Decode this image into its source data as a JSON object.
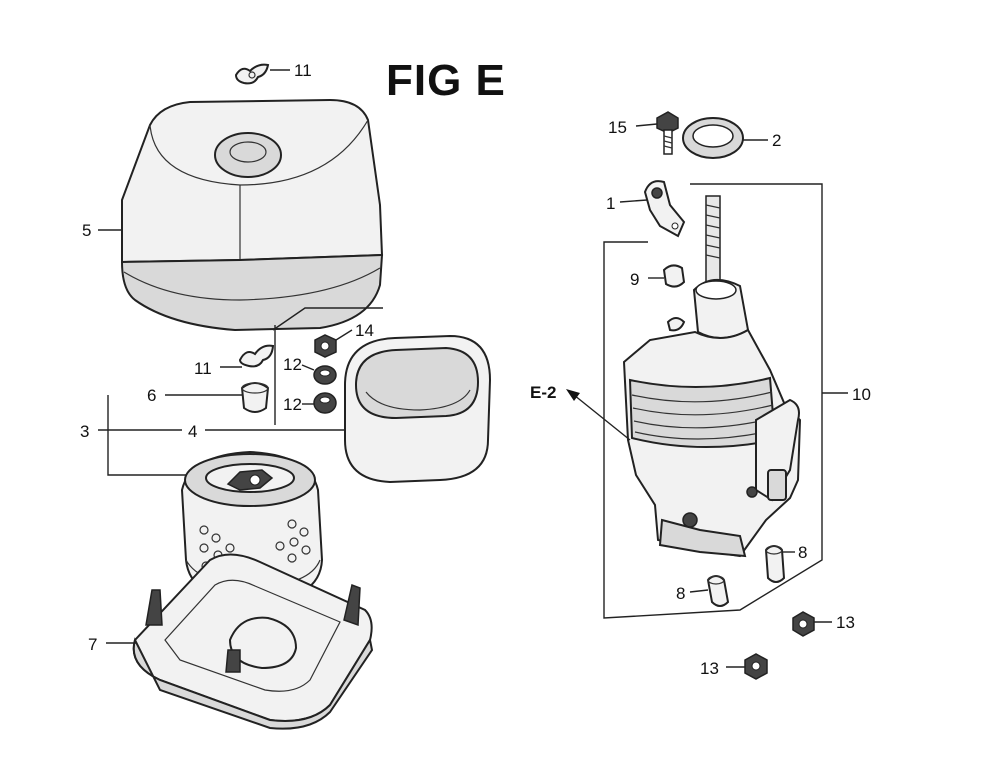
{
  "figure": {
    "title": "FIG E"
  },
  "callouts": {
    "c1": "1",
    "c2": "2",
    "c3": "3",
    "c4": "4",
    "c5": "5",
    "c6": "6",
    "c7": "7",
    "c8a": "8",
    "c8b": "8",
    "c9": "9",
    "c10": "10",
    "c11a": "11",
    "c11b": "11",
    "c12a": "12",
    "c12b": "12",
    "c13a": "13",
    "c13b": "13",
    "c14": "14",
    "c15": "15"
  },
  "reference": {
    "label": "E-2"
  },
  "icons": {
    "cover": "air-cleaner-cover-icon",
    "element": "air-filter-element-icon",
    "foam": "foam-filter-icon",
    "base": "air-cleaner-base-icon",
    "elbow": "air-cleaner-elbow-icon"
  }
}
